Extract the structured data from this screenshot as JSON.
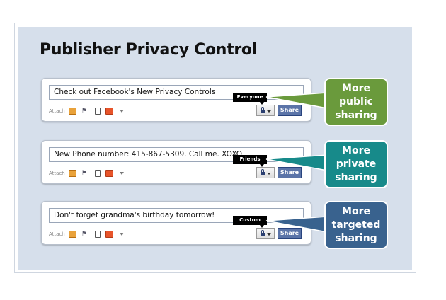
{
  "title": "Publisher Privacy Control",
  "attach_label": "Attach",
  "share_label": "Share",
  "colors": {
    "public": "#6a9a3c",
    "private": "#178a8a",
    "targeted": "#39628e"
  },
  "rows": [
    {
      "status_text": "Check out Facebook's New Privacy Controls",
      "privacy_setting": "Everyone",
      "callout_lines": [
        "More",
        "public",
        "sharing"
      ]
    },
    {
      "status_text": "New Phone number: 415-867-5309. Call me. XOXO",
      "privacy_setting": "Friends",
      "callout_lines": [
        "More",
        "private",
        "sharing"
      ]
    },
    {
      "status_text": "Don't forget grandma's birthday tomorrow!",
      "privacy_setting": "Custom",
      "callout_lines": [
        "More",
        "targeted",
        "sharing"
      ]
    }
  ]
}
